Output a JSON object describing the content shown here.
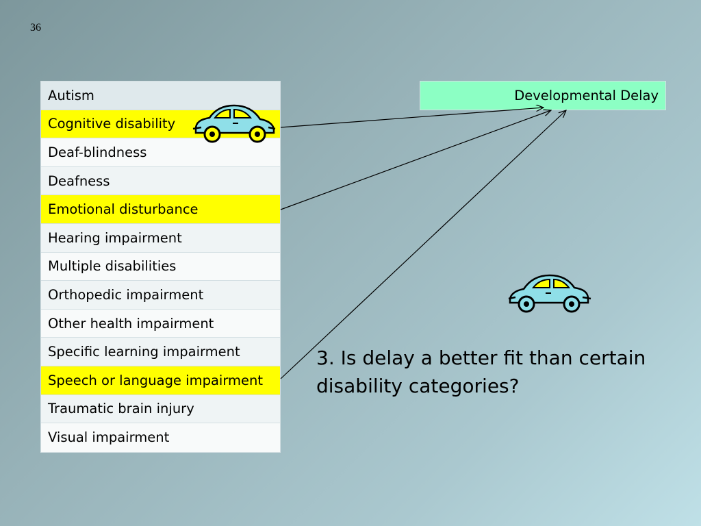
{
  "slide": {
    "number": "36"
  },
  "categories": [
    {
      "label": "Autism",
      "highlighted": false
    },
    {
      "label": "Cognitive disability",
      "highlighted": true
    },
    {
      "label": "Deaf-blindness",
      "highlighted": false
    },
    {
      "label": "Deafness",
      "highlighted": false
    },
    {
      "label": "Emotional disturbance",
      "highlighted": true
    },
    {
      "label": "Hearing impairment",
      "highlighted": false
    },
    {
      "label": "Multiple disabilities",
      "highlighted": false
    },
    {
      "label": "Orthopedic impairment",
      "highlighted": false
    },
    {
      "label": "Other health impairment",
      "highlighted": false
    },
    {
      "label": "Specific learning impairment",
      "highlighted": false
    },
    {
      "label": "Speech or language impairment",
      "highlighted": true
    },
    {
      "label": "Traumatic brain injury",
      "highlighted": false
    },
    {
      "label": "Visual impairment",
      "highlighted": false
    }
  ],
  "target": {
    "label": "Developmental Delay"
  },
  "question": {
    "text": "3. Is delay a better fit than certain disability categories?"
  },
  "colors": {
    "highlight": "#ffff00",
    "target_fill": "#8cffc4",
    "car_body": "#8fdfe8",
    "car_window": "#ffff00"
  }
}
